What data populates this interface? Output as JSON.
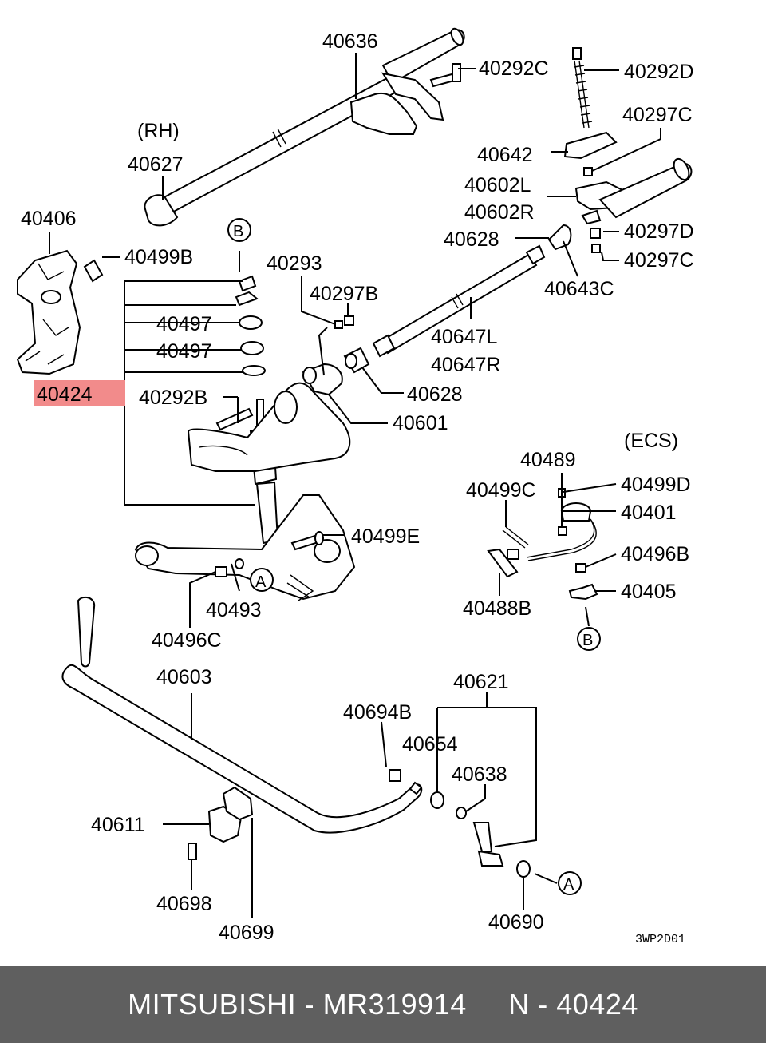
{
  "diagram": {
    "callouts": {
      "p40636": "40636",
      "p40292C": "40292C",
      "p40292D": "40292D",
      "rh": "(RH)",
      "p40297C_top": "40297C",
      "p40627": "40627",
      "p40642": "40642",
      "p40602L": "40602L",
      "p40602R": "40602R",
      "p40406": "40406",
      "circle_b_top": "B",
      "p40499B": "40499B",
      "p40628_top": "40628",
      "p40297D": "40297D",
      "p40293": "40293",
      "p40297C_mid": "40297C",
      "p40297B": "40297B",
      "p40643C": "40643C",
      "p40497_a": "40497",
      "p40647L": "40647L",
      "p40497_b": "40497",
      "p40647R": "40647R",
      "p40424": "40424",
      "p40628_bot": "40628",
      "p40292B": "40292B",
      "p40601": "40601",
      "ecs": "(ECS)",
      "p40489": "40489",
      "p40499C": "40499C",
      "p40499D": "40499D",
      "p40401": "40401",
      "p40499E": "40499E",
      "p40496B": "40496B",
      "circle_a_mid": "A",
      "p40493": "40493",
      "p40405": "40405",
      "p40488B": "40488B",
      "p40496C": "40496C",
      "circle_b_bot": "B",
      "p40603": "40603",
      "p40621": "40621",
      "p40694B": "40694B",
      "p40654": "40654",
      "p40638": "40638",
      "p40611": "40611",
      "circle_a_bot": "A",
      "p40698": "40698",
      "p40690": "40690",
      "p40699": "40699"
    },
    "code": "3WP2D01",
    "highlight_color": "#f28b8b"
  },
  "footer": {
    "text": "MITSUBISHI - MR319914     N - 40424",
    "background": "#5f5f5f"
  }
}
